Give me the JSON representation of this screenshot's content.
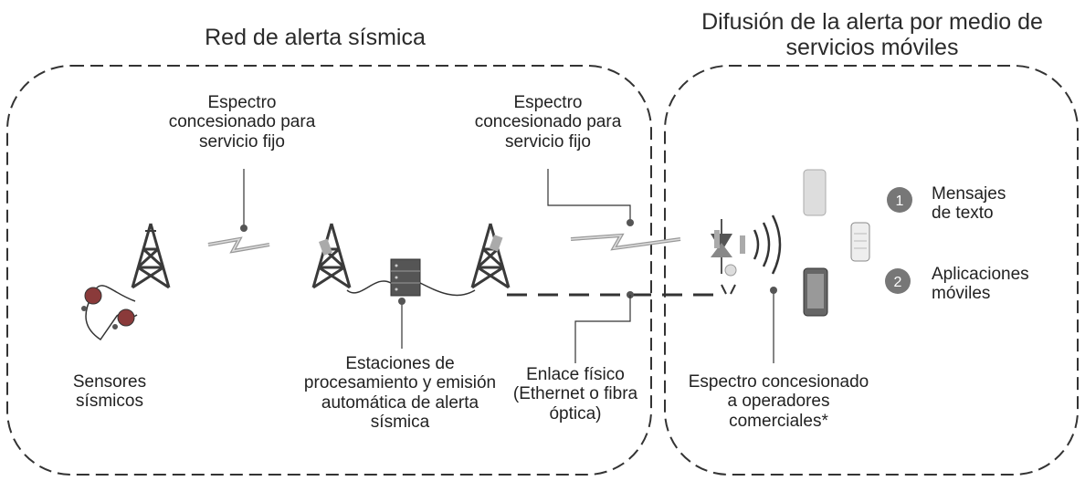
{
  "left_panel": {
    "title": "Red de alerta sísmica",
    "sensors_label": [
      "Sensores",
      "sísmicos"
    ],
    "spectrum_fixed_1": [
      "Espectro",
      "concesionado para",
      "servicio fijo"
    ],
    "spectrum_fixed_2": [
      "Espectro",
      "concesionado para",
      "servicio fijo"
    ],
    "stations_label": [
      "Estaciones de",
      "procesamiento y emisión",
      "automática de alerta",
      "sísmica"
    ],
    "physical_link_label": [
      "Enlace físico",
      "(Ethernet o fibra",
      "óptica)"
    ]
  },
  "right_panel": {
    "title": [
      "Difusión de la alerta por medio de",
      "servicios móviles"
    ],
    "spectrum_commercial": [
      "Espectro concesionado",
      "a operadores",
      "comerciales*"
    ],
    "items": [
      {
        "number": "1",
        "label": [
          "Mensajes",
          "de texto"
        ]
      },
      {
        "number": "2",
        "label": [
          "Aplicaciones",
          "móviles"
        ]
      }
    ]
  },
  "colors": {
    "tower": "#3a3a3a",
    "sensor": "#8a3a3a",
    "server": "#555555",
    "lightning": "#888888",
    "dash": "#333333",
    "badge": "#777777"
  }
}
